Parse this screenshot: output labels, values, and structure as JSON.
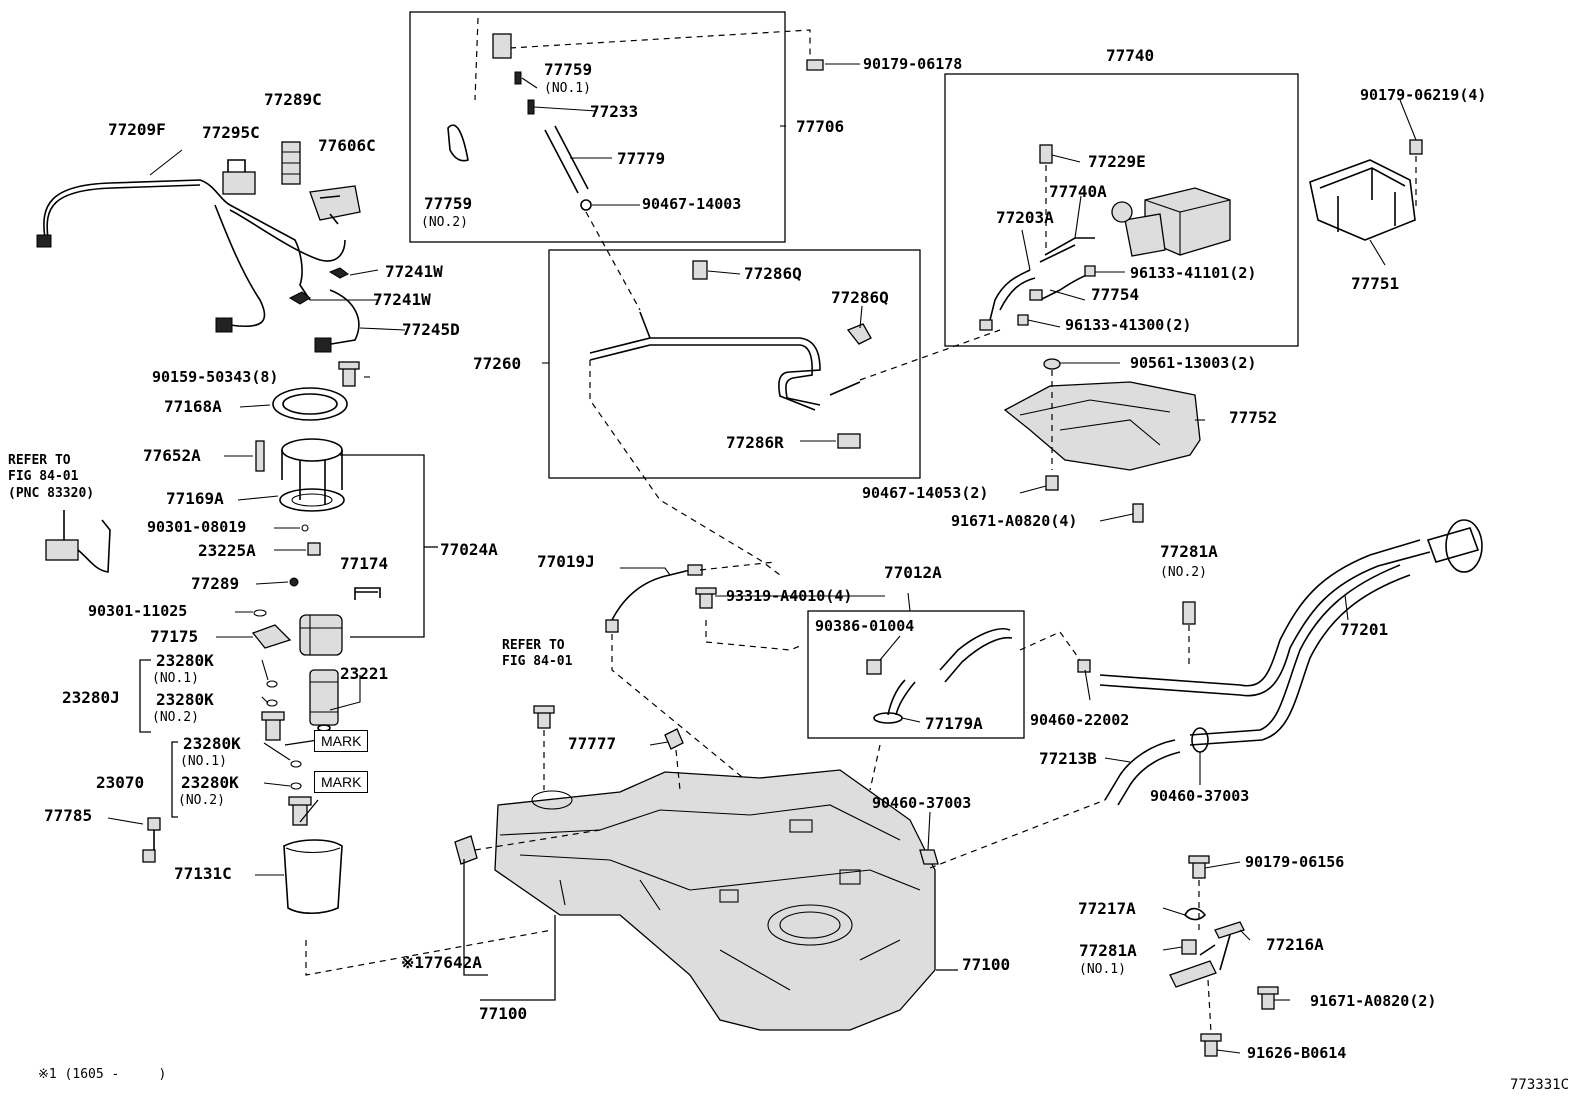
{
  "labels": {
    "p77209F": "77209F",
    "p77295C": "77295C",
    "p77289C": "77289C",
    "p77606C": "77606C",
    "p77241W_a": "77241W",
    "p77241W_b": "77241W",
    "p77245D": "77245D",
    "p90159": "90159-50343(8)",
    "p77168A": "77168A",
    "p77652A": "77652A",
    "p77169A": "77169A",
    "p90301_08019": "90301-08019",
    "p23225A": "23225A",
    "p77174": "77174",
    "p77289": "77289",
    "p90301_11025": "90301-11025",
    "p77175": "77175",
    "p77024A": "77024A",
    "p23280K_1": "23280K",
    "p23280K_1n": "(NO.1)",
    "p23280J": "23280J",
    "p23280K_2": "23280K",
    "p23280K_2n": "(NO.2)",
    "p23221": "23221",
    "p23280K_3": "23280K",
    "p23280K_3n": "(NO.1)",
    "p23070": "23070",
    "p23280K_4": "23280K",
    "p23280K_4n": "(NO.2)",
    "p77785": "77785",
    "p77131C": "77131C",
    "p77759_1": "77759",
    "p77759_1n": "(NO.1)",
    "p77233": "77233",
    "p77779": "77779",
    "p77759_2": "77759",
    "p77759_2n": "(NO.2)",
    "p90467_14003": "90467-14003",
    "p77706": "77706",
    "p90179_06178": "90179-06178",
    "p77286Q_a": "77286Q",
    "p77286Q_b": "77286Q",
    "p77260": "77260",
    "p77286R": "77286R",
    "p77740": "77740",
    "p77229E": "77229E",
    "p77740A": "77740A",
    "p77203A": "77203A",
    "p96133_41101": "96133-41101(2)",
    "p77754": "77754",
    "p96133_41300": "96133-41300(2)",
    "p90179_06219": "90179-06219(4)",
    "p77751": "77751",
    "p90561": "90561-13003(2)",
    "p77752": "77752",
    "p90467_14053": "90467-14053(2)",
    "p91671_A0820_4": "91671-A0820(4)",
    "p77019J": "77019J",
    "p77012A": "77012A",
    "p93319": "93319-A4010(4)",
    "p90386": "90386-01004",
    "p77179A": "77179A",
    "p77281A_top": "77281A",
    "p77281A_top_n": "(NO.2)",
    "p77201": "77201",
    "p90460_22002": "90460-22002",
    "p77213B": "77213B",
    "p90460_37003_r": "90460-37003",
    "p90460_37003_c": "90460-37003",
    "p77777": "77777",
    "p90179_06156": "90179-06156",
    "p77217A": "77217A",
    "p77281A_bot": "77281A",
    "p77281A_bot_n": "(NO.1)",
    "p77216A": "77216A",
    "p91671_A0820_2": "91671-A0820(2)",
    "p91626": "91626-B0614",
    "p77642A": "※177642A",
    "p77100_a": "77100",
    "p77100_b": "77100"
  },
  "notes": {
    "refer_left": "REFER TO\nFIG 84-01\n(PNC 83320)",
    "refer_center": "REFER TO\nFIG 84-01",
    "mark_1": "MARK",
    "mark_2": "MARK",
    "footnote": "※1 (1605 -     )",
    "figure_id": "773331C"
  }
}
